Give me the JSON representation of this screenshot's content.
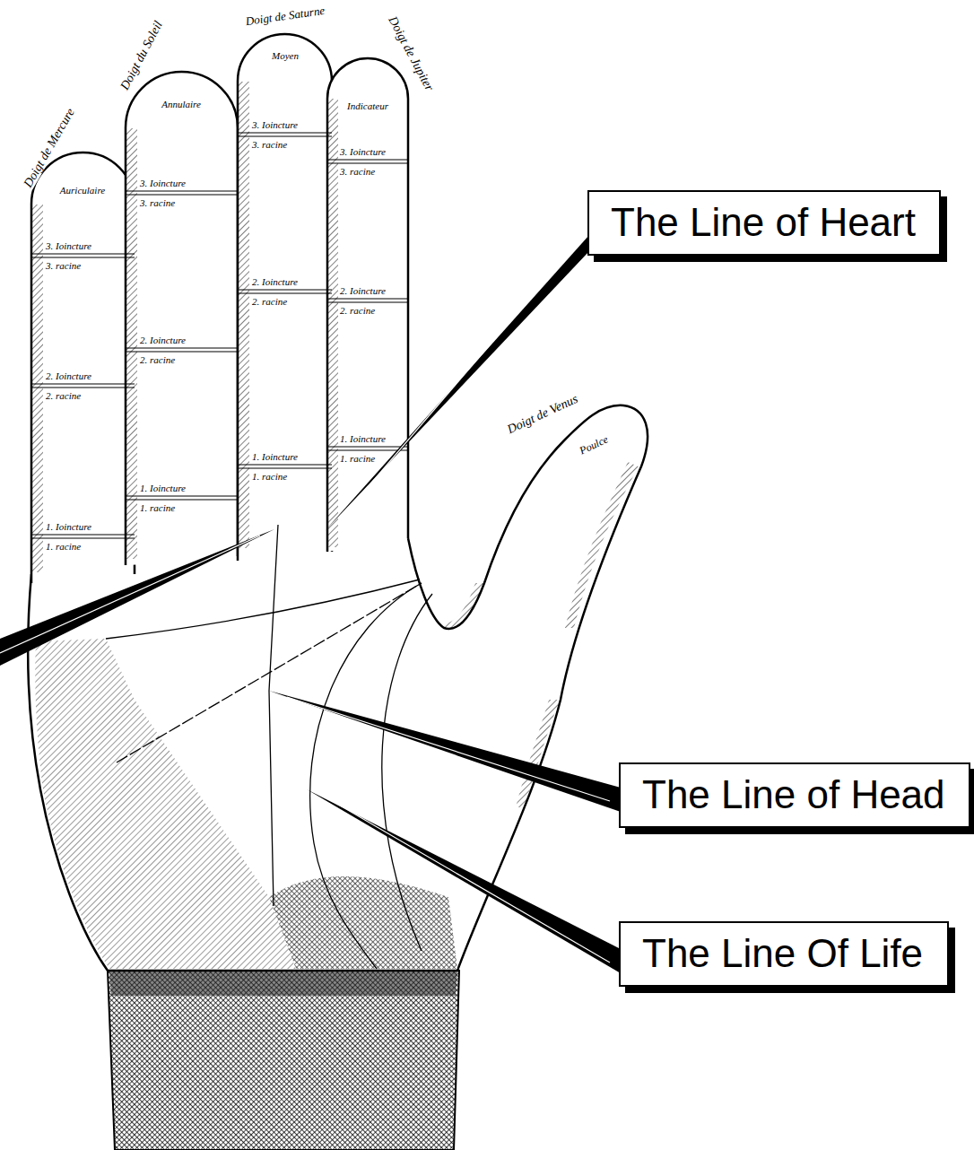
{
  "diagram": {
    "nodes": [
      {
        "text": [
          "The Line of Heart"
        ]
      },
      {
        "text": [
          "The Line of Head"
        ]
      },
      {
        "text": [
          "The Line Of Life"
        ]
      }
    ],
    "labels": [
      "Doigt de Mercure",
      "Doigt du Soleil",
      "Doigt de Saturne",
      "Doigt de Jupiter",
      "Doigt de Venus",
      "Auriculaire",
      "Annulaire",
      "Moyen",
      "Indicateur",
      "Poulce",
      "3. Ioincture",
      "3. racine",
      "2. Ioincture",
      "2. racine",
      "1. Ioincture",
      "1. racine",
      "3. Ioincture",
      "3. racine",
      "2. Ioincture",
      "2. racine",
      "1. Ioincture",
      "1. racine",
      "3. Ioincture",
      "3. racine",
      "2. Ioincture",
      "2. racine",
      "1. Ioincture",
      "1. racine",
      "3. Ioincture",
      "3. racine",
      "2. Ioincture",
      "2. racine",
      "1. Ioincture",
      "1. racine"
    ]
  }
}
